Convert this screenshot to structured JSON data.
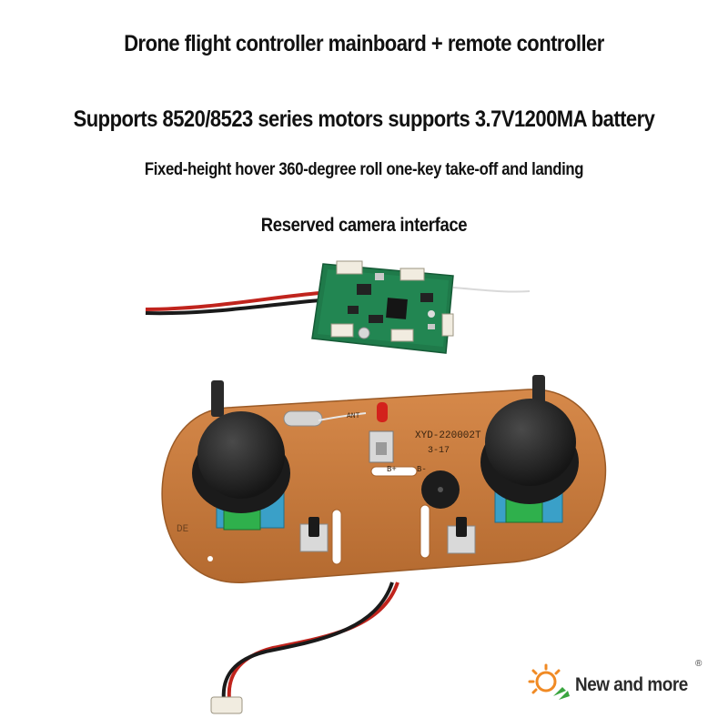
{
  "captions": {
    "title": "Drone flight controller mainboard + remote controller",
    "motors_battery": "Supports 8520/8523 series motors supports 3.7V1200MA battery",
    "features": "Fixed-height hover 360-degree roll one-key take-off and landing",
    "camera": "Reserved camera interface"
  },
  "pcb_labels": {
    "antenna": "ANT",
    "model": "XYD-220002T",
    "revision": "3-17",
    "battery_plus": "B+",
    "battery_minus": "B-",
    "edge_print": "DE"
  },
  "brand": {
    "name": "New and more",
    "registered": "®",
    "logo_icon": "sun-icon",
    "colors": {
      "sun": "#f08a24",
      "leaf": "#3aa53f"
    }
  },
  "colors": {
    "flight_board": "#1f7a4a",
    "remote_board": "#c77a3c",
    "joystick_cap": "#2a2a2a"
  }
}
